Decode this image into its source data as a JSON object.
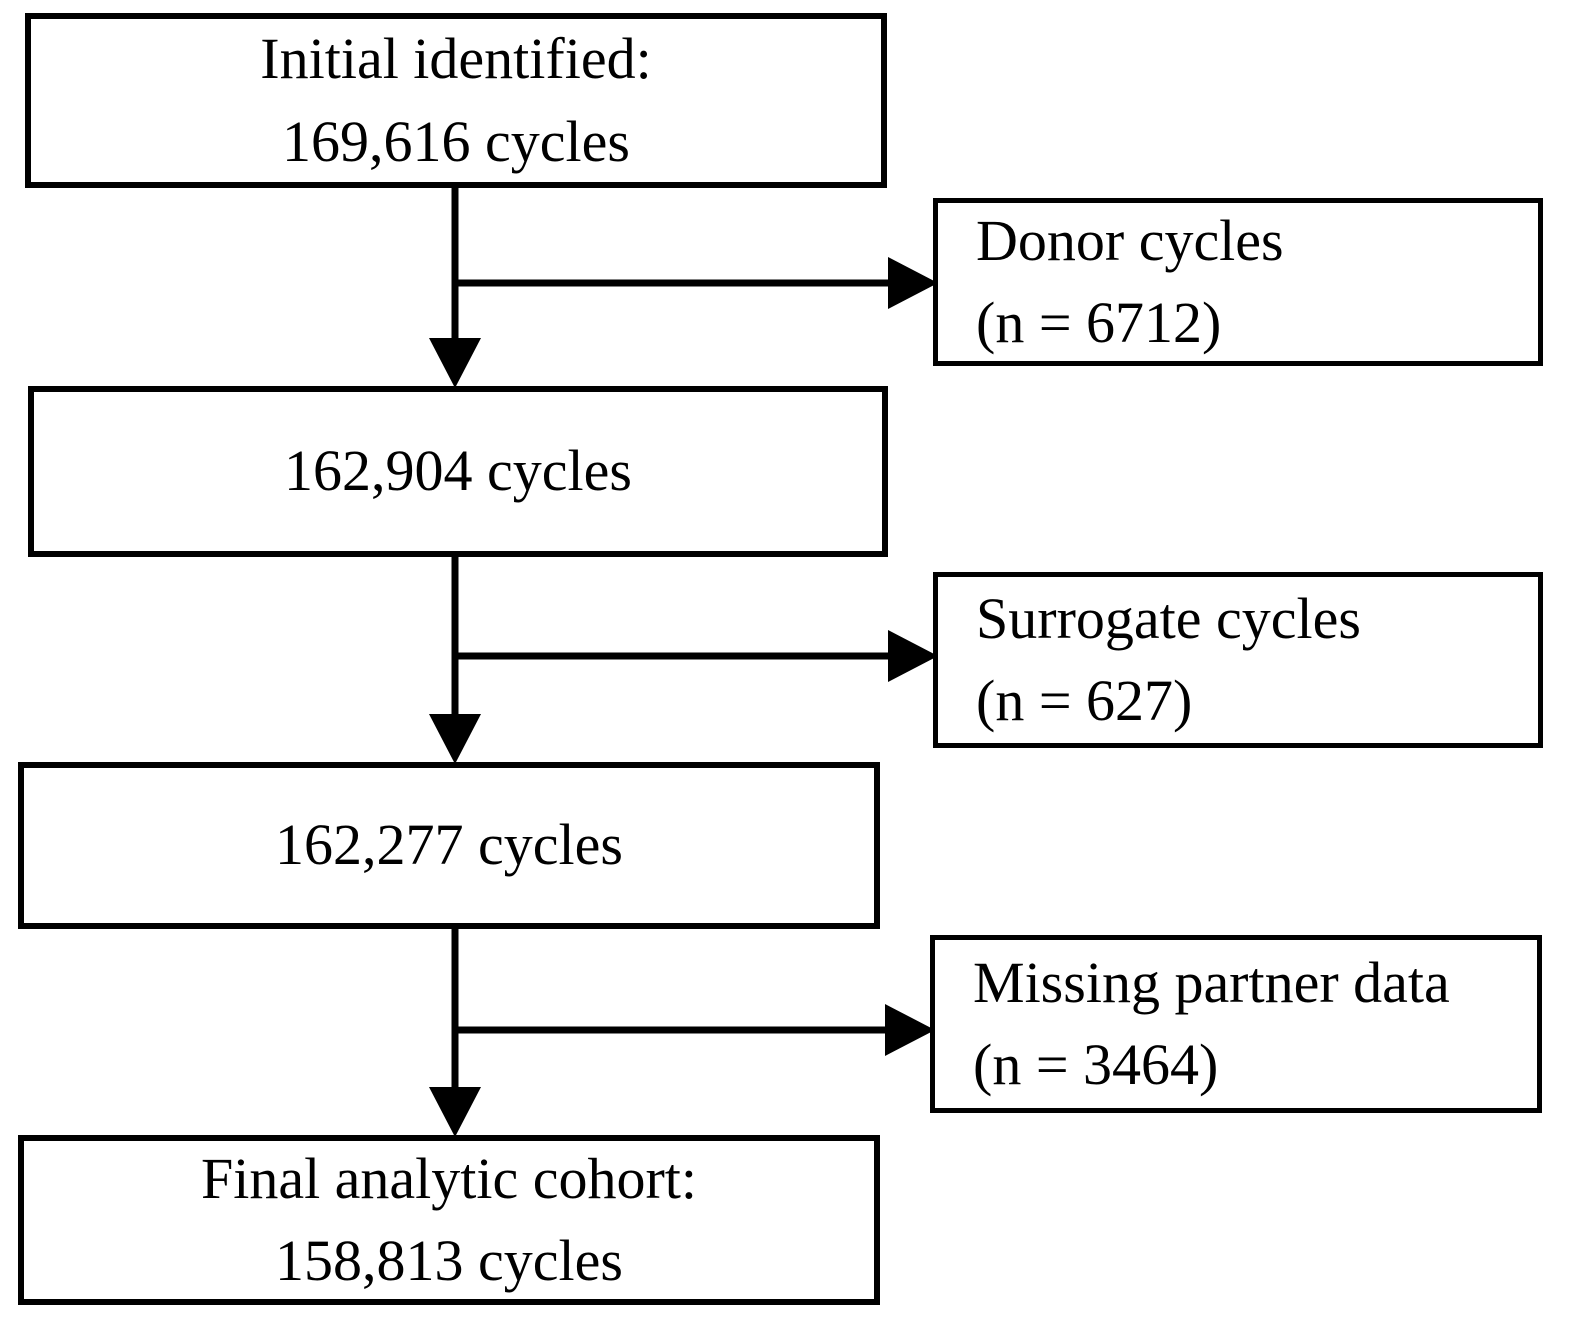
{
  "figure": {
    "type": "flowchart",
    "colors": {
      "border": "#000000",
      "background": "#ffffff",
      "text": "#000000",
      "arrow": "#000000"
    },
    "main_boxes": [
      {
        "id": "initial",
        "lines": [
          "Initial identified:",
          "169,616 cycles"
        ]
      },
      {
        "id": "after_donor",
        "lines": [
          "162,904 cycles"
        ]
      },
      {
        "id": "after_surrogate",
        "lines": [
          "162,277 cycles"
        ]
      },
      {
        "id": "final",
        "lines": [
          "Final analytic cohort:",
          "158,813 cycles"
        ]
      }
    ],
    "exclusion_boxes": [
      {
        "id": "donor",
        "lines": [
          "Donor cycles",
          "(n = 6712)"
        ]
      },
      {
        "id": "surrogate",
        "lines": [
          "Surrogate cycles",
          "(n = 627)"
        ]
      },
      {
        "id": "missing_partner",
        "lines": [
          "Missing partner data",
          "(n = 3464)"
        ]
      }
    ]
  }
}
